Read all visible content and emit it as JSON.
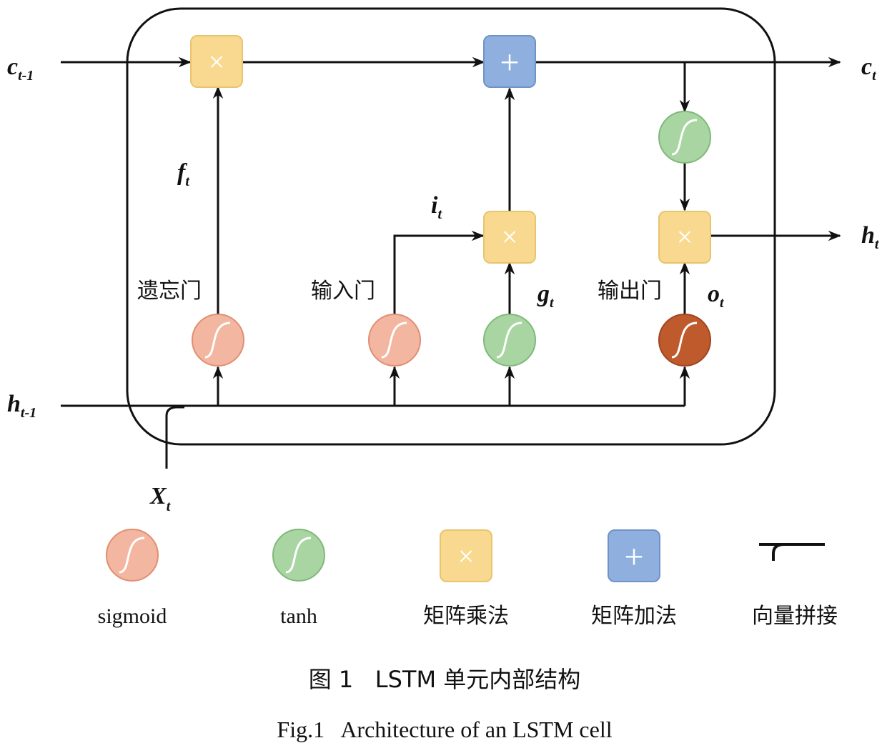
{
  "variables": {
    "c_prev": {
      "base": "c",
      "sub": "t-1"
    },
    "c_t": {
      "base": "c",
      "sub": "t"
    },
    "h_prev": {
      "base": "h",
      "sub": "t-1"
    },
    "h_t": {
      "base": "h",
      "sub": "t"
    },
    "x_t": {
      "base": "X",
      "sub": "t"
    },
    "f_t": {
      "base": "f",
      "sub": "t"
    },
    "i_t": {
      "base": "i",
      "sub": "t"
    },
    "g_t": {
      "base": "g",
      "sub": "t"
    },
    "o_t": {
      "base": "o",
      "sub": "t"
    }
  },
  "gates": {
    "forget": "遗忘门",
    "input": "输入门",
    "output": "输出门"
  },
  "symbols": {
    "multiply": "×",
    "add": "+"
  },
  "legend": {
    "sigmoid": "sigmoid",
    "tanh": "tanh",
    "multiply": "矩阵乘法",
    "add": "矩阵加法",
    "concat": "向量拼接"
  },
  "caption": {
    "zh": "图 1   LSTM 单元内部结构",
    "en": "Fig.1   Architecture of an LSTM cell"
  },
  "colors": {
    "sigmoid": "#f3b6a0",
    "tanh": "#a8d5a2",
    "output_sigmoid": "#bf5a2c",
    "multiply": "#f9d98f",
    "add": "#8fb0df",
    "line": "#111111"
  }
}
